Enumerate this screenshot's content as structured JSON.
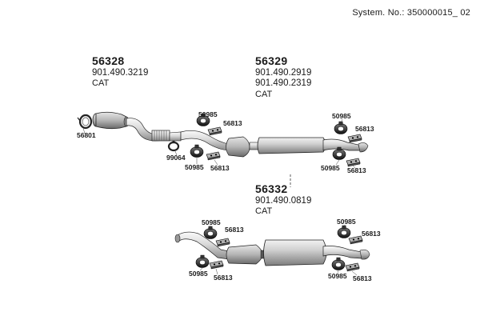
{
  "header": {
    "system_no": "System. No.: 350000015_ 02"
  },
  "assemblies": [
    {
      "number": "56328",
      "refs": [
        "901.490.3219"
      ],
      "type": "CAT"
    },
    {
      "number": "56329",
      "refs": [
        "901.490.2919",
        "901.490.2319"
      ],
      "type": "CAT"
    },
    {
      "number": "56332",
      "refs": [
        "901.490.0819"
      ],
      "type": "CAT"
    }
  ],
  "part_labels": {
    "clamp_front": "56801",
    "clamp_mid": "99064",
    "hanger": "50985",
    "bracket": "56813"
  }
}
